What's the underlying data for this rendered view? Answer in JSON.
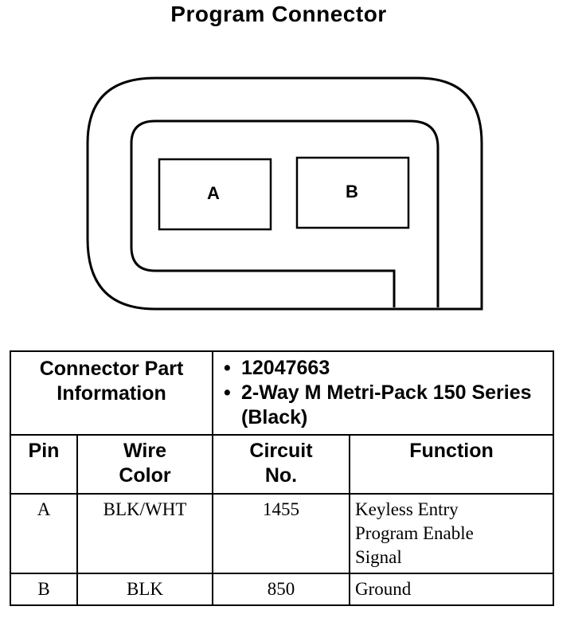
{
  "title": "Program Connector",
  "connector": {
    "pins": [
      {
        "label": "A"
      },
      {
        "label": "B"
      }
    ]
  },
  "part_info": {
    "label_line1": "Connector Part",
    "label_line2": "Information",
    "items": [
      {
        "text": "12047663"
      },
      {
        "text": "2-Way M Metri-Pack 150 Series (Black)"
      }
    ],
    "bullet": "•"
  },
  "table": {
    "headers": {
      "pin": "Pin",
      "wire_color_1": "Wire",
      "wire_color_2": "Color",
      "circuit_1": "Circuit",
      "circuit_2": "No.",
      "function": "Function"
    },
    "rows": [
      {
        "pin": "A",
        "wire_color": "BLK/WHT",
        "circuit": "1455",
        "function_1": "Keyless Entry",
        "function_2": "Program Enable",
        "function_3": "Signal"
      },
      {
        "pin": "B",
        "wire_color": "BLK",
        "circuit": "850",
        "function_1": "Ground"
      }
    ]
  }
}
